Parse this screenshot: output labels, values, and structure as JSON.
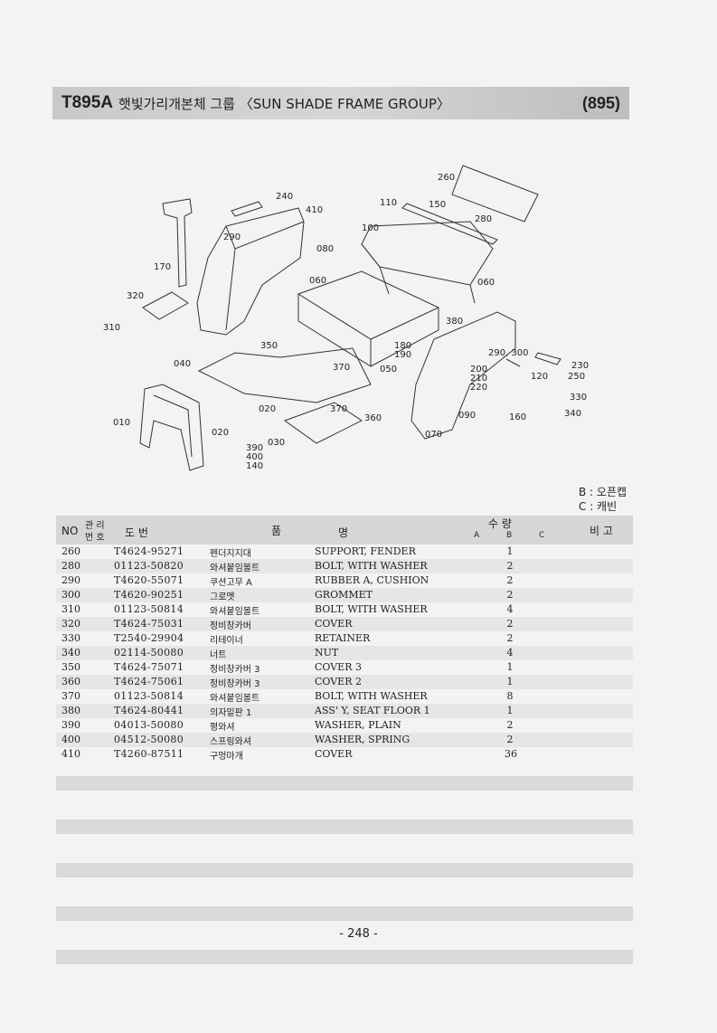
{
  "header": {
    "code": "T895A",
    "title": "햇빛가리개본체 그룹 〈SUN SHADE FRAME GROUP〉",
    "page_code": "(895)"
  },
  "diagram_labels": [
    "240",
    "410",
    "110",
    "150",
    "260",
    "280",
    "290",
    "080",
    "100",
    "170",
    "320",
    "310",
    "060",
    "060",
    "380",
    "180",
    "190",
    "350",
    "040",
    "370",
    "050",
    "290, 300",
    "230",
    "250",
    "120",
    "200",
    "210",
    "220",
    "330",
    "340",
    "010",
    "020",
    "020",
    "370",
    "360",
    "090",
    "160",
    "070",
    "390",
    "400",
    "140",
    "030"
  ],
  "legend": {
    "b": "B : 오픈캡",
    "c": "C : 캐빈"
  },
  "table": {
    "headers": {
      "no": "NO",
      "mgmt1": "관 리",
      "mgmt2": "번 호",
      "drawing": "도   번",
      "name_a": "품",
      "name_b": "명",
      "qty": "수   량",
      "a": "A",
      "b": "B",
      "c": "C",
      "remark": "비 고"
    },
    "rows": [
      {
        "no": "260",
        "part": "T4624-95271",
        "kor": "펜더지지대",
        "eng": "SUPPORT, FENDER",
        "qty": "1"
      },
      {
        "no": "280",
        "part": "01123-50820",
        "kor": "와셔붙임볼트",
        "eng": "BOLT, WITH WASHER",
        "qty": "2"
      },
      {
        "no": "290",
        "part": "T4620-55071",
        "kor": "쿠션고무 A",
        "eng": "RUBBER A, CUSHION",
        "qty": "2"
      },
      {
        "no": "300",
        "part": "T4620-90251",
        "kor": "그로멧",
        "eng": "GROMMET",
        "qty": "2"
      },
      {
        "no": "310",
        "part": "01123-50814",
        "kor": "와셔붙임볼트",
        "eng": "BOLT, WITH WASHER",
        "qty": "4"
      },
      {
        "no": "320",
        "part": "T4624-75031",
        "kor": "정비창카버",
        "eng": "COVER",
        "qty": "2"
      },
      {
        "no": "330",
        "part": "T2540-29904",
        "kor": "리테이너",
        "eng": "RETAINER",
        "qty": "2"
      },
      {
        "no": "340",
        "part": "02114-50080",
        "kor": "너트",
        "eng": "NUT",
        "qty": "4"
      },
      {
        "no": "350",
        "part": "T4624-75071",
        "kor": "정비창카버 3",
        "eng": "COVER 3",
        "qty": "1"
      },
      {
        "no": "360",
        "part": "T4624-75061",
        "kor": "정비창카버 3",
        "eng": "COVER 2",
        "qty": "1"
      },
      {
        "no": "370",
        "part": "01123-50814",
        "kor": "와셔붙임볼트",
        "eng": "BOLT, WITH WASHER",
        "qty": "8"
      },
      {
        "no": "380",
        "part": "T4624-80441",
        "kor": "의자밑판 1",
        "eng": "ASS' Y, SEAT FLOOR 1",
        "qty": "1"
      },
      {
        "no": "390",
        "part": "04013-50080",
        "kor": "평와셔",
        "eng": "WASHER, PLAIN",
        "qty": "2"
      },
      {
        "no": "400",
        "part": "04512-50080",
        "kor": "스프링와셔",
        "eng": "WASHER, SPRING",
        "qty": "2"
      },
      {
        "no": "410",
        "part": "T4260-87511",
        "kor": "구멍마개",
        "eng": "COVER",
        "qty": "36"
      }
    ]
  },
  "page_number": "- 248 -"
}
